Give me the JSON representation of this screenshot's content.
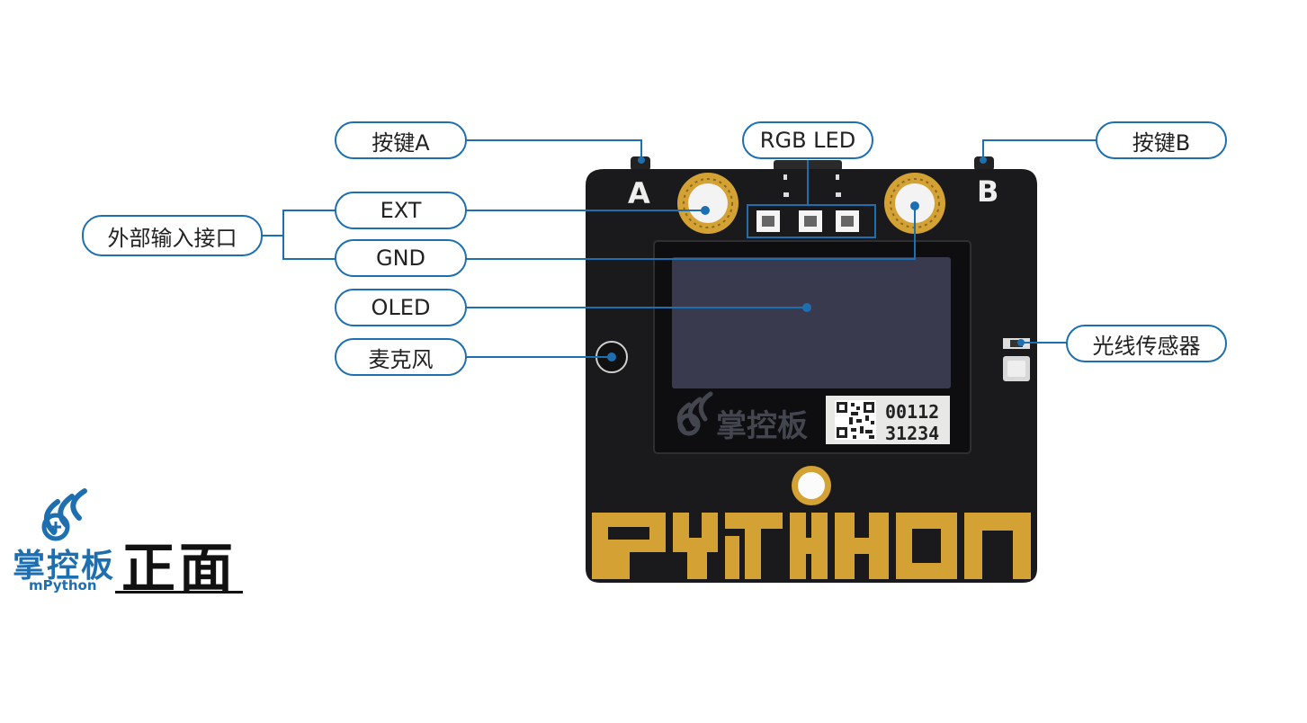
{
  "callouts": {
    "button_a": "按键A",
    "rgb_led": "RGB LED",
    "button_b": "按键B",
    "ext": "EXT",
    "external_input": "外部输入接口",
    "gnd": "GND",
    "oled": "OLED",
    "microphone": "麦克风",
    "light_sensor": "光线传感器"
  },
  "board": {
    "label_a": "A",
    "label_b": "B",
    "oled_watermark": "掌控板",
    "serial_line1": "00112",
    "serial_line2": "31234",
    "python_text": "PYTHON"
  },
  "brand": {
    "name_cn": "掌控板",
    "name_en": "mPython",
    "side_title": "正面"
  },
  "colors": {
    "accent": "#1e6fb0",
    "board": "#1a1a1c",
    "gold": "#d4a234",
    "oled": "#3a3a4e"
  }
}
